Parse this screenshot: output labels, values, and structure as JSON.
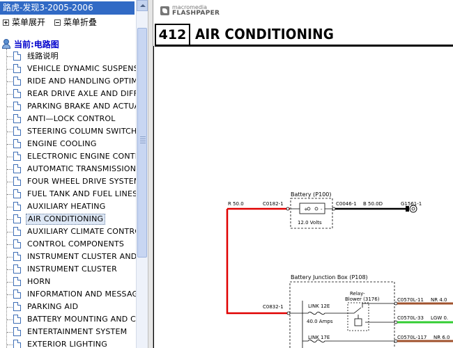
{
  "window": {
    "title": "路虎-发现3-2005-2006"
  },
  "toolbar": {
    "expand_label": "菜单展开",
    "collapse_label": "菜单折叠"
  },
  "tree": {
    "root_label": "当前:电路图",
    "selected_index": 13,
    "items": [
      "线路说明",
      "VEHICLE DYNAMIC SUSPENSION",
      "RIDE AND HANDLING OPTIMIZATION",
      "REAR DRIVE AXLE AND DIFFERENTIAL",
      "PARKING BRAKE AND ACTUATION",
      "ANTI—LOCK CONTROL",
      "STEERING COLUMN SWITCHES",
      "ENGINE COOLING",
      "ELECTRONIC ENGINE CONTROLS",
      "AUTOMATIC TRANSMISSION",
      "FOUR WHEEL DRIVE SYSTEMS",
      "FUEL TANK AND FUEL LINES",
      "AUXILIARY HEATING",
      "AIR CONDITIONING",
      "AUXILIARY CLIMATE CONTROL",
      "CONTROL COMPONENTS",
      "INSTRUMENT CLUSTER AND PANEL",
      "INSTRUMENT CLUSTER",
      "HORN",
      "INFORMATION AND MESSAGE CENTER",
      "PARKING AID",
      "BATTERY MOUNTING AND CABLES",
      "ENTERTAINMENT SYSTEM",
      "EXTERIOR LIGHTING"
    ]
  },
  "viewer": {
    "brand": "macromedia",
    "product": "FLASHPAPER"
  },
  "document": {
    "page_number": "412",
    "title": "AIR CONDITIONING"
  },
  "diagram": {
    "battery_label": "Battery (P100)",
    "battery_voltage": "12.0 Volts",
    "wire_in": "R 50.0",
    "conn_batt_in": "C0182-1",
    "conn_batt_out": "C0046-1",
    "wire_out": "B 50.0D",
    "conn_ground": "G1561-1",
    "bjb_label": "Battery Junction Box (P108)",
    "conn_bjb_in": "C0832-1",
    "link_1": "LINK 12E",
    "link_1_rating": "40.0 Amps",
    "link_2": "LINK 17E",
    "relay_label_1": "Relay-",
    "relay_label_2": "Blower (3176)",
    "out_1_conn": "C0570L-11",
    "out_1_wire": "NR 4.0",
    "out_2_conn": "C0570L-33",
    "out_2_wire": "LGW 0.",
    "out_3_conn": "C0570L-117",
    "out_3_wire": "NR 6.0"
  },
  "colors": {
    "selection_bg": "#dde7f5",
    "title_bar": "#316ac5",
    "wire_red": "#e00000",
    "wire_brown": "#a0522d",
    "wire_green": "#33cc33"
  }
}
